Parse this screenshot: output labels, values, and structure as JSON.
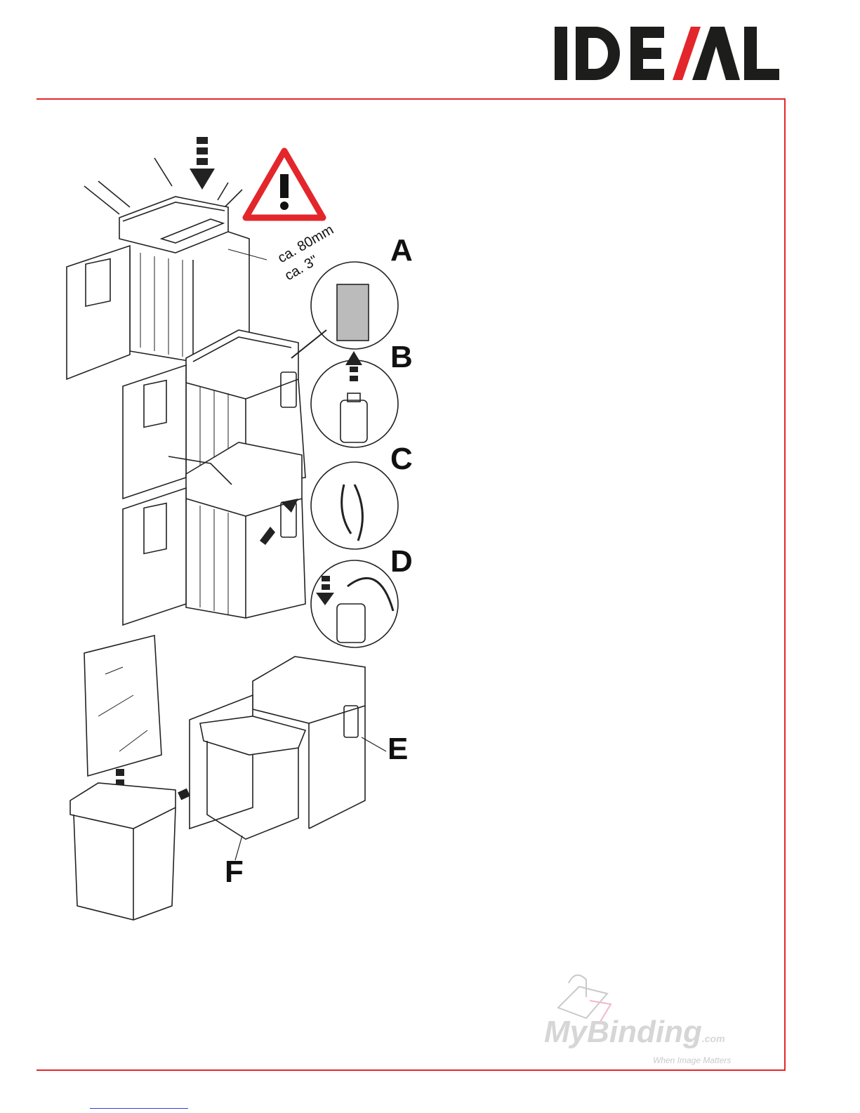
{
  "logo": {
    "text": "IDEAL",
    "brand_color": "#1d1d1b",
    "accent": "#e3262b"
  },
  "labels": {
    "a": "A",
    "b": "B",
    "c": "C",
    "d": "D",
    "e": "E",
    "f": "F"
  },
  "dimension": {
    "metric": "ca. 80mm",
    "imperial": "ca. 3\""
  },
  "watermark": {
    "brand": "MyBinding",
    "suffix": ".com",
    "tagline": "When Image Matters"
  },
  "icons": [
    "warning-triangle-icon",
    "arrow-down-icon",
    "arrow-right-icon"
  ]
}
